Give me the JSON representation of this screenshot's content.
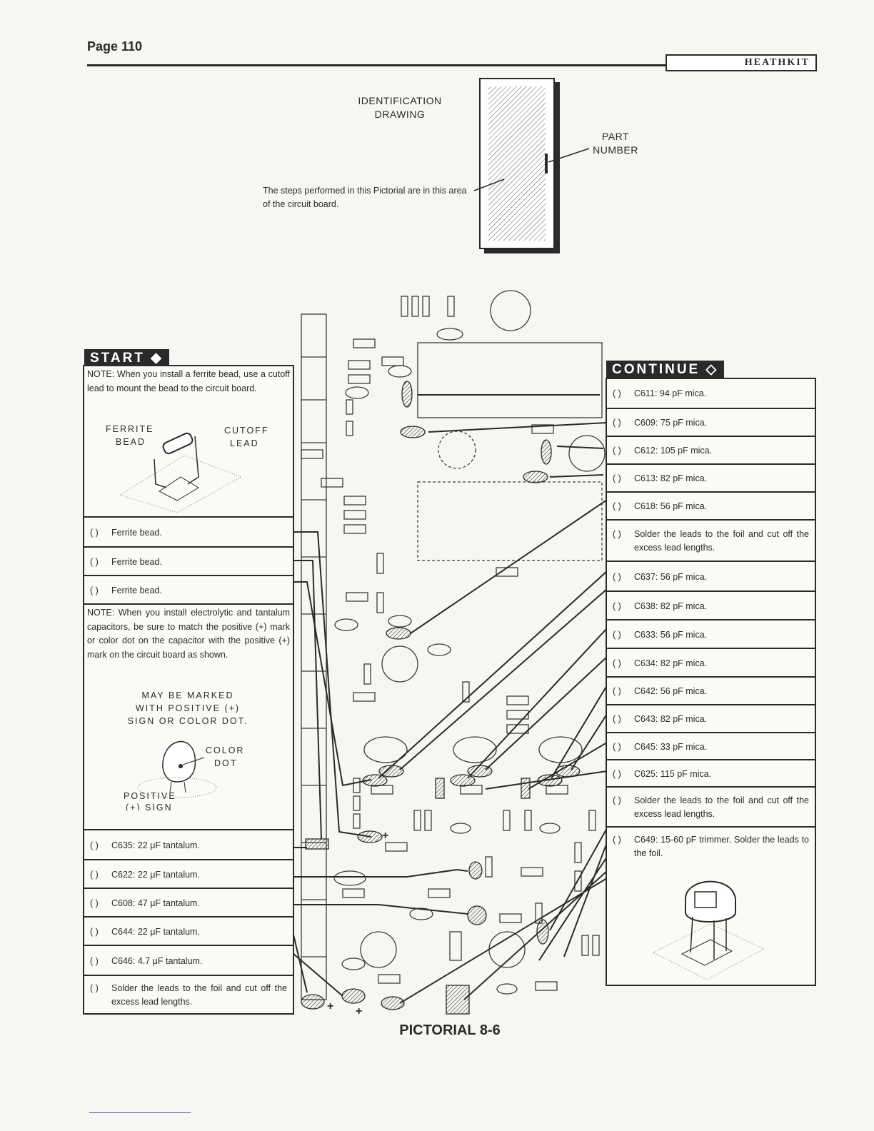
{
  "header": {
    "page_label": "Page 110",
    "logo_text": "HEATHKIT"
  },
  "id_drawing": {
    "title": "IDENTIFICATION DRAWING",
    "part_label": "PART NUMBER",
    "steps_note": "The steps performed in this Pictorial are in this area of the circuit board."
  },
  "start": {
    "tag": "START",
    "ferrite_note": "NOTE: When you install a ferrite bead, use a cutoff lead to mount the bead to the circuit board.",
    "ferrite_labels": {
      "bead": "FERRITE BEAD",
      "lead": "CUTOFF LEAD"
    },
    "steps_a": [
      {
        "mark": "(  )",
        "text": "Ferrite bead."
      },
      {
        "mark": "(  )",
        "text": "Ferrite bead."
      },
      {
        "mark": "(  )",
        "text": "Ferrite bead."
      }
    ],
    "cap_note": "NOTE: When you install electrolytic and tantalum capacitors, be sure to match the positive (+) mark or color dot on the capacitor with the positive (+) mark on the circuit board as shown.",
    "cap_labels": {
      "marked": "MAY BE MARKED WITH POSITIVE (+) SIGN OR COLOR DOT.",
      "color_dot": "COLOR DOT",
      "positive_sign": "POSITIVE (+) SIGN"
    },
    "steps_b": [
      {
        "mark": "(  )",
        "text": "C635: 22 μF tantalum."
      },
      {
        "mark": "(  )",
        "text": "C622: 22 μF tantalum."
      },
      {
        "mark": "(  )",
        "text": "C608: 47 μF tantalum."
      },
      {
        "mark": "(  )",
        "text": "C644: 22 μF tantalum."
      },
      {
        "mark": "(  )",
        "text": "C646: 4.7 μF tantalum."
      },
      {
        "mark": "(  )",
        "text": "Solder the leads to the foil and cut off the excess lead lengths."
      }
    ]
  },
  "continue": {
    "tag": "CONTINUE",
    "steps": [
      {
        "mark": "(  )",
        "text": "C611: 94 pF mica."
      },
      {
        "mark": "(  )",
        "text": "C609: 75 pF mica."
      },
      {
        "mark": "(  )",
        "text": "C612: 105 pF mica."
      },
      {
        "mark": "(  )",
        "text": "C613: 82 pF mica."
      },
      {
        "mark": "(  )",
        "text": "C618: 56 pF mica."
      },
      {
        "mark": "(  )",
        "text": "Solder the leads to the foil and cut off the excess lead lengths."
      },
      {
        "mark": "(  )",
        "text": "C637: 56 pF mica."
      },
      {
        "mark": "(  )",
        "text": "C638: 82 pF mica."
      },
      {
        "mark": "(  )",
        "text": "C633: 56 pF mica."
      },
      {
        "mark": "(  )",
        "text": "C634: 82 pF mica."
      },
      {
        "mark": "(  )",
        "text": "C642: 56 pF mica."
      },
      {
        "mark": "(  )",
        "text": "C643: 82 pF mica."
      },
      {
        "mark": "(  )",
        "text": "C645: 33 pF mica."
      },
      {
        "mark": "(  )",
        "text": "C625: 115 pF mica."
      },
      {
        "mark": "(  )",
        "text": "Solder the leads to the foil and cut off the excess lead lengths."
      },
      {
        "mark": "(  )",
        "text": "C649: 15-60 pF trimmer. Solder the leads to the foil."
      }
    ]
  },
  "caption": "PICTORIAL 8-6"
}
